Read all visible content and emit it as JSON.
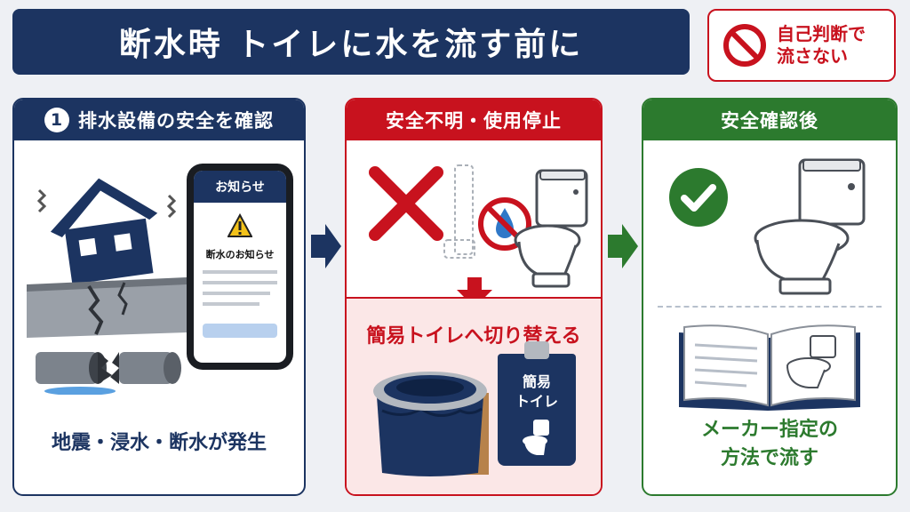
{
  "title": "断水時 トイレに水を流す前に",
  "warning": {
    "line1": "自己判断で",
    "line2": "流さない",
    "icon": "no-entry-icon",
    "color": "#c8121e"
  },
  "step1": {
    "number": "1",
    "header": "排水設備の安全を確認",
    "phone_header": "お知らせ",
    "phone_notice": "断水のお知らせ",
    "caption": "地震・浸水・断水が発生"
  },
  "step2": {
    "header": "安全不明・使用停止",
    "sub": "簡易トイレへ切り替える",
    "bag_label_line1": "簡易",
    "bag_label_line2": "トイレ"
  },
  "step3": {
    "header": "安全確認後",
    "caption_line1": "メーカー指定の",
    "caption_line2": "方法で流す"
  },
  "colors": {
    "navy": "#1c3461",
    "red": "#c8121e",
    "green": "#2c7a2e"
  }
}
